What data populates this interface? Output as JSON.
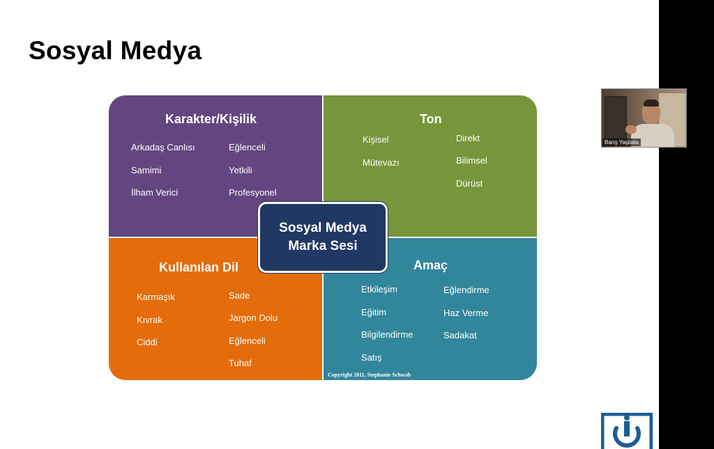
{
  "slide": {
    "title": "Sosyal Medya"
  },
  "diagram": {
    "center": {
      "line1": "Sosyal Medya",
      "line2": "Marka Sesi"
    },
    "quadrants": {
      "character": {
        "title": "Karakter/Kişilik",
        "items_left": [
          "Arkadaş Canlısı",
          "Samimi",
          "İlham Verici"
        ],
        "items_right": [
          "Eğlenceli",
          "Yetkili",
          "Profesyonel"
        ],
        "color": "#634680"
      },
      "tone": {
        "title": "Ton",
        "items_left": [
          "Kişisel",
          "Mütevazı"
        ],
        "items_right": [
          "Direkt",
          "Bilimsel",
          "Dürüst"
        ],
        "color": "#77953a"
      },
      "language": {
        "title": "Kullanılan Dil",
        "items_left": [
          "Karmaşık",
          "Kıvrak",
          "Ciddi"
        ],
        "items_right": [
          "Sade",
          "Jargon Dolu",
          "Eğlenceli",
          "Tuhaf"
        ],
        "color": "#e46c0a"
      },
      "purpose": {
        "title": "Amaç",
        "items_left": [
          "Etkileşim",
          "Eğitim",
          "Bilgilendirme",
          "Satış"
        ],
        "items_right": [
          "Eğlendirme",
          "Haz Verme",
          "Sadakat"
        ],
        "color": "#31869b"
      }
    },
    "copyright": "Copyright 2011, Stephanie Schwab"
  },
  "webcam": {
    "participant_name": "Barış Yaşbala"
  },
  "logo": {
    "icon": "power-logo-icon",
    "color": "#1b5e96"
  }
}
